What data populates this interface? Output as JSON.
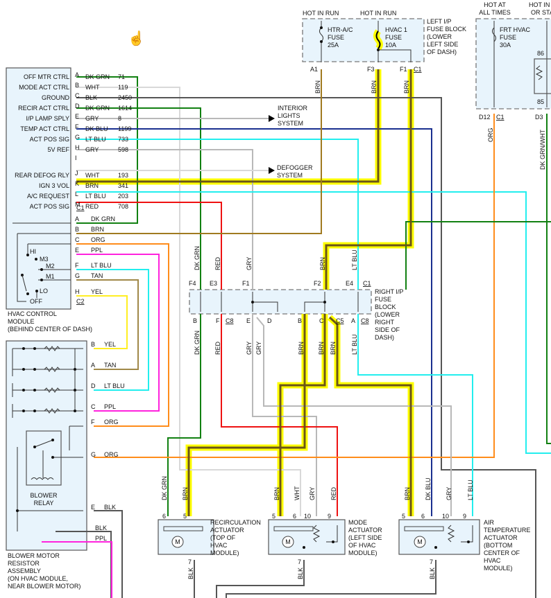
{
  "colors": {
    "dk_grn": "#118011",
    "wht": "#d8d8d8",
    "blk": "#555555",
    "gry": "#b8b8b8",
    "dk_blu": "#1a2f8f",
    "lt_blu": "#22eeee",
    "brn": "#7a6020",
    "red": "#ee1111",
    "org": "#ff8c1a",
    "ppl": "#ff22dd",
    "tan": "#a08848",
    "yel": "#ffee22",
    "highlight": "#ffff00",
    "box_fill": "#e8f4fc"
  },
  "hvac_control_module": {
    "title": [
      "HVAC CONTROL",
      "MODULE",
      "(BEHIND CENTER OF DASH)"
    ],
    "connector_c1": "C1",
    "connector_c2": "C2",
    "c1_pins": [
      {
        "function": "OFF MTR CTRL",
        "pin": "A",
        "color": "DK GRN",
        "circuit": "71"
      },
      {
        "function": "MODE ACT CTRL",
        "pin": "B",
        "color": "WHT",
        "circuit": "119"
      },
      {
        "function": "GROUND",
        "pin": "C",
        "color": "BLK",
        "circuit": "2450"
      },
      {
        "function": "RECIR ACT CTRL",
        "pin": "D",
        "color": "DK GRN",
        "circuit": "1614"
      },
      {
        "function": "I/P LAMP SPLY",
        "pin": "E",
        "color": "GRY",
        "circuit": "8"
      },
      {
        "function": "TEMP ACT CTRL",
        "pin": "F",
        "color": "DK BLU",
        "circuit": "1199"
      },
      {
        "function": "ACT POS SIG",
        "pin": "G",
        "color": "LT BLU",
        "circuit": "733"
      },
      {
        "function": "5V REF",
        "pin": "H",
        "color": "GRY",
        "circuit": "598"
      },
      {
        "function": "",
        "pin": "I",
        "color": "",
        "circuit": ""
      },
      {
        "function": "REAR DEFOG RLY",
        "pin": "J",
        "color": "WHT",
        "circuit": "193"
      },
      {
        "function": "IGN 3 VOL",
        "pin": "K",
        "color": "BRN",
        "circuit": "341"
      },
      {
        "function": "A/C REQUEST",
        "pin": "L",
        "color": "LT BLU",
        "circuit": "203"
      },
      {
        "function": "ACT POS SIG",
        "pin": "M",
        "color": "RED",
        "circuit": "708"
      }
    ],
    "c2_pins": [
      {
        "pin": "A",
        "color": "DK GRN"
      },
      {
        "pin": "B",
        "color": "BRN"
      },
      {
        "pin": "C",
        "color": "ORG"
      },
      {
        "pin": "E",
        "color": "PPL"
      },
      {
        "pin": "F",
        "color": "LT BLU"
      },
      {
        "pin": "G",
        "color": "TAN"
      },
      {
        "pin": "H",
        "color": "YEL"
      }
    ],
    "switch_positions": [
      "HI",
      "M3",
      "M2",
      "M1",
      "LO",
      "OFF"
    ]
  },
  "blower_resistor": {
    "title": [
      "BLOWER MOTOR",
      "RESISTOR",
      "ASSEMBLY",
      "(ON HVAC MODULE,",
      "NEAR BLOWER MOTOR)"
    ],
    "relay_label": [
      "BLOWER",
      "RELAY"
    ],
    "pins": [
      {
        "pin": "B",
        "color": "YEL"
      },
      {
        "pin": "A",
        "color": "TAN"
      },
      {
        "pin": "D",
        "color": "LT BLU"
      },
      {
        "pin": "C",
        "color": "PPL"
      },
      {
        "pin": "F",
        "color": "ORG"
      },
      {
        "pin": "G",
        "color": "ORG"
      },
      {
        "pin": "E",
        "color": "BLK"
      }
    ],
    "extra_wires": [
      "BLK",
      "PPL"
    ]
  },
  "left_fuse_block": {
    "title": [
      "LEFT I/P",
      "FUSE BLOCK",
      "(LOWER",
      "LEFT SIDE",
      "OF DASH)"
    ],
    "fuses": [
      {
        "supply": "HOT IN RUN",
        "name": [
          "HTR-A/C",
          "FUSE",
          "25A"
        ]
      },
      {
        "supply": "HOT IN RUN",
        "name": [
          "HVAC 1",
          "FUSE",
          "10A"
        ]
      }
    ],
    "pins": [
      "A1",
      "F3",
      "F1",
      "C1"
    ],
    "wire_labels": [
      "BRN",
      "BRN",
      "BRN"
    ]
  },
  "underhood_block": {
    "supplies": [
      "HOT AT",
      "ALL TIMES",
      "HOT IN R",
      "OR STA"
    ],
    "fuse": [
      "FRT HVAC",
      "FUSE",
      "30A"
    ],
    "relay_pins": [
      "86",
      "85"
    ],
    "pins": [
      "D12",
      "C1",
      "D3"
    ],
    "wire_labels": [
      "ORG",
      "DK GRN/WHT"
    ]
  },
  "right_fuse_block": {
    "title": [
      "RIGHT I/P",
      "FUSE",
      "BLOCK",
      "(LOWER",
      "RIGHT",
      "SIDE OF",
      "DASH)"
    ],
    "top_pins": [
      "F4",
      "E3",
      "F1",
      "F2",
      "E4",
      "C1"
    ],
    "bottom_pins": [
      "B",
      "F",
      "C8",
      "E",
      "D",
      "B",
      "C",
      "C5",
      "A",
      "C8"
    ],
    "top_wire_labels": [
      "DK GRN",
      "RED",
      "GRY",
      "BRN",
      "LT BLU"
    ],
    "bottom_wire_labels": [
      "DK GRN",
      "RED",
      "GRY",
      "GRY",
      "BRN",
      "BRN",
      "BRN",
      "LT BLU"
    ]
  },
  "references": [
    {
      "name": [
        "INTERIOR",
        "LIGHTS",
        "SYSTEM"
      ]
    },
    {
      "name": [
        "DEFOGGER",
        "SYSTEM"
      ]
    }
  ],
  "actuators": [
    {
      "title": [
        "RECIRCULATION",
        "ACTUATOR",
        "(TOP OF",
        "HVAC",
        "MODULE)"
      ],
      "pins": [
        {
          "pin": "6",
          "color": "DK GRN"
        },
        {
          "pin": "5",
          "color": "BRN"
        }
      ],
      "ground": {
        "pin": "7",
        "color": "BLK"
      },
      "motor": "M"
    },
    {
      "title": [
        "MODE",
        "ACTUATOR",
        "(LEFT SIDE",
        "OF HVAC",
        "MODULE)"
      ],
      "pins": [
        {
          "pin": "5",
          "color": "BRN"
        },
        {
          "pin": "6",
          "color": "WHT"
        },
        {
          "pin": "10",
          "color": "GRY"
        },
        {
          "pin": "9",
          "color": "RED"
        }
      ],
      "ground": {
        "pin": "7",
        "color": "BLK"
      },
      "motor": "M"
    },
    {
      "title": [
        "AIR",
        "TEMPERATURE",
        "ACTUATOR",
        "(BOTTOM",
        "CENTER OF",
        "HVAC",
        "MODULE)"
      ],
      "pins": [
        {
          "pin": "5",
          "color": "BRN"
        },
        {
          "pin": "6",
          "color": "DK BLU"
        },
        {
          "pin": "10",
          "color": "GRY"
        },
        {
          "pin": "9",
          "color": "LT BLU"
        }
      ],
      "ground": {
        "pin": "7",
        "color": "BLK"
      },
      "motor": "M"
    }
  ]
}
